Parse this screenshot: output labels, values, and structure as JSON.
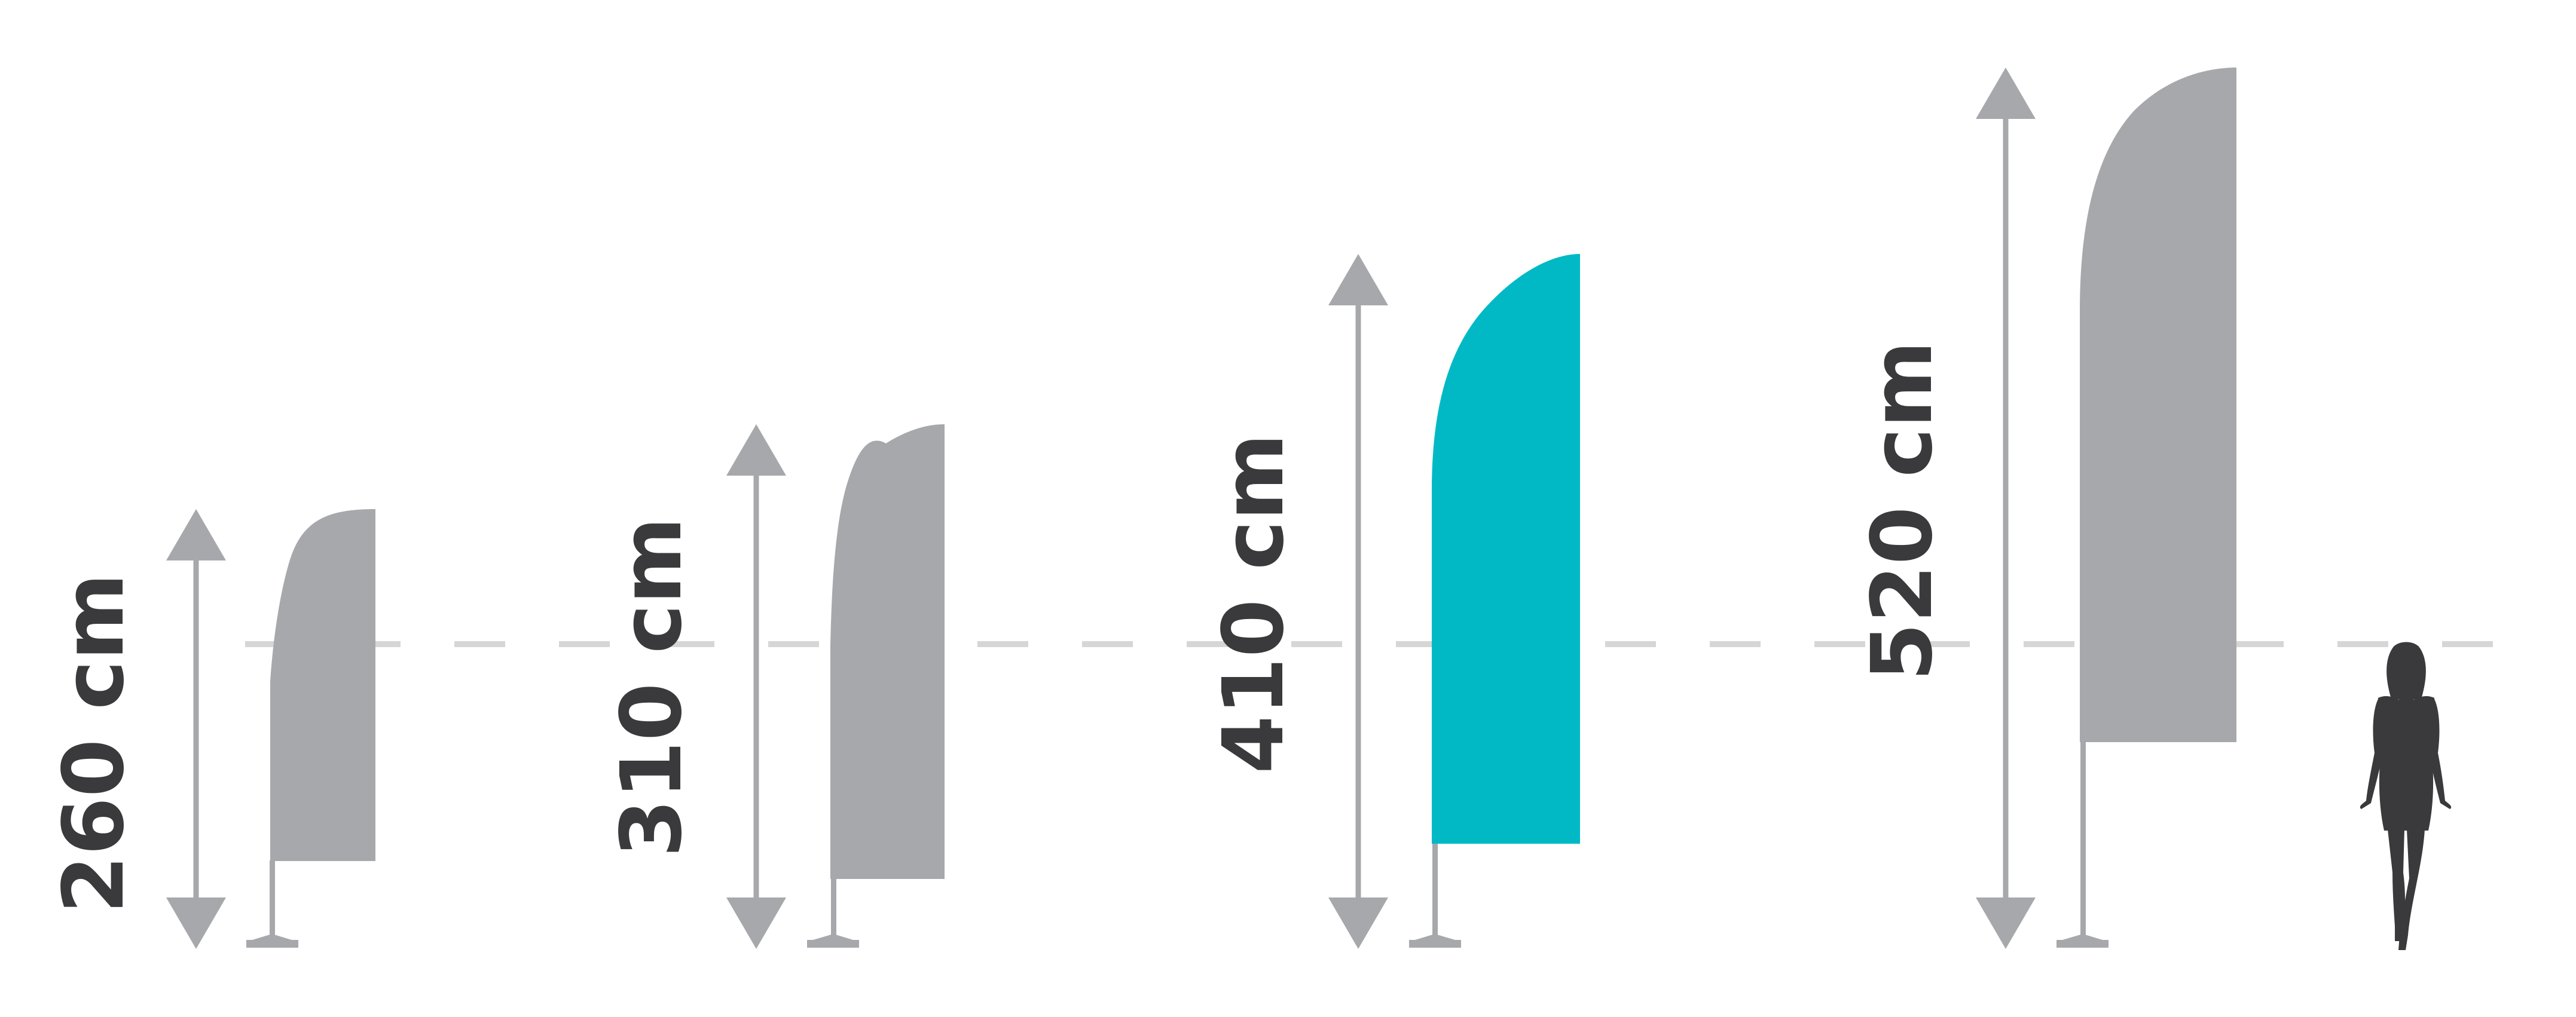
{
  "colors": {
    "flag_default": "#a7a8ab",
    "flag_highlight": "#00b9c5",
    "arrow": "#a7a8ab",
    "pole": "#a7a8ab",
    "guide_line": "#d6d6d6",
    "label_text": "#3a3a3c",
    "silhouette": "#3a3a3c"
  },
  "flags": [
    {
      "label": "260 cm",
      "highlighted": false
    },
    {
      "label": "310 cm",
      "highlighted": false
    },
    {
      "label": "410 cm",
      "highlighted": true
    },
    {
      "label": "520 cm",
      "highlighted": false
    }
  ],
  "figure": {
    "icon": "person-silhouette-icon"
  }
}
